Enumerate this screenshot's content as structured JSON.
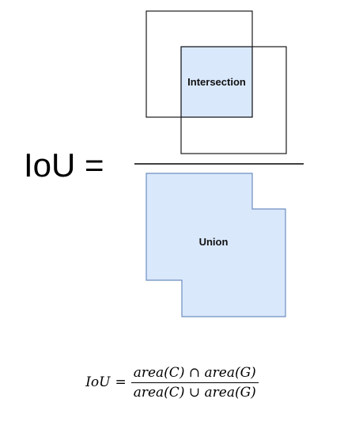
{
  "diagram": {
    "lhs_label": "IoU =",
    "numerator_label": "Intersection",
    "denominator_label": "Union",
    "colors": {
      "region_fill": "#dae8fc",
      "region_stroke": "#6c8ebf",
      "box_stroke": "#1a1a1a"
    }
  },
  "formula": {
    "lhs": "IoU",
    "equals": "=",
    "numerator": "area(C) ∩ area(G)",
    "denominator": "area(C) ∪ area(G)"
  }
}
